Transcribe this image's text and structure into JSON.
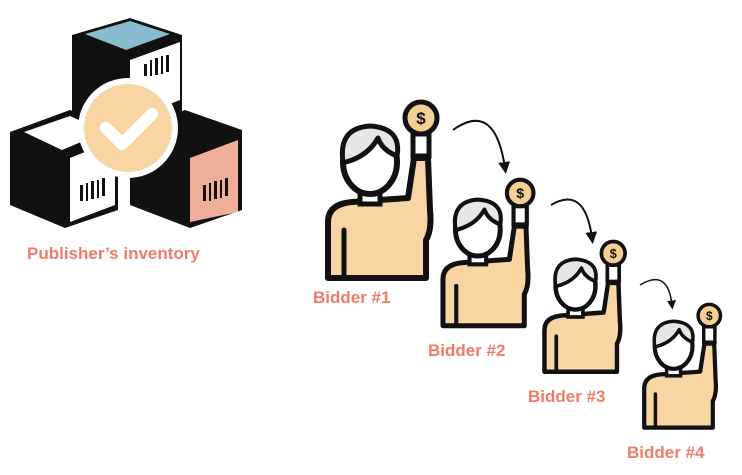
{
  "inventory": {
    "label": "Publisher’s inventory"
  },
  "bidders": [
    {
      "label": "Bidder #1",
      "coin_symbol": "$"
    },
    {
      "label": "Bidder #2",
      "coin_symbol": "$"
    },
    {
      "label": "Bidder #3",
      "coin_symbol": "$"
    },
    {
      "label": "Bidder #4",
      "coin_symbol": "$"
    }
  ],
  "colors": {
    "label": "#f07b66",
    "skin": "#f8d5a3",
    "hair": "#e6e6e6",
    "blue": "#86bccd",
    "pink": "#efae97",
    "coin": "#f6cf94"
  }
}
